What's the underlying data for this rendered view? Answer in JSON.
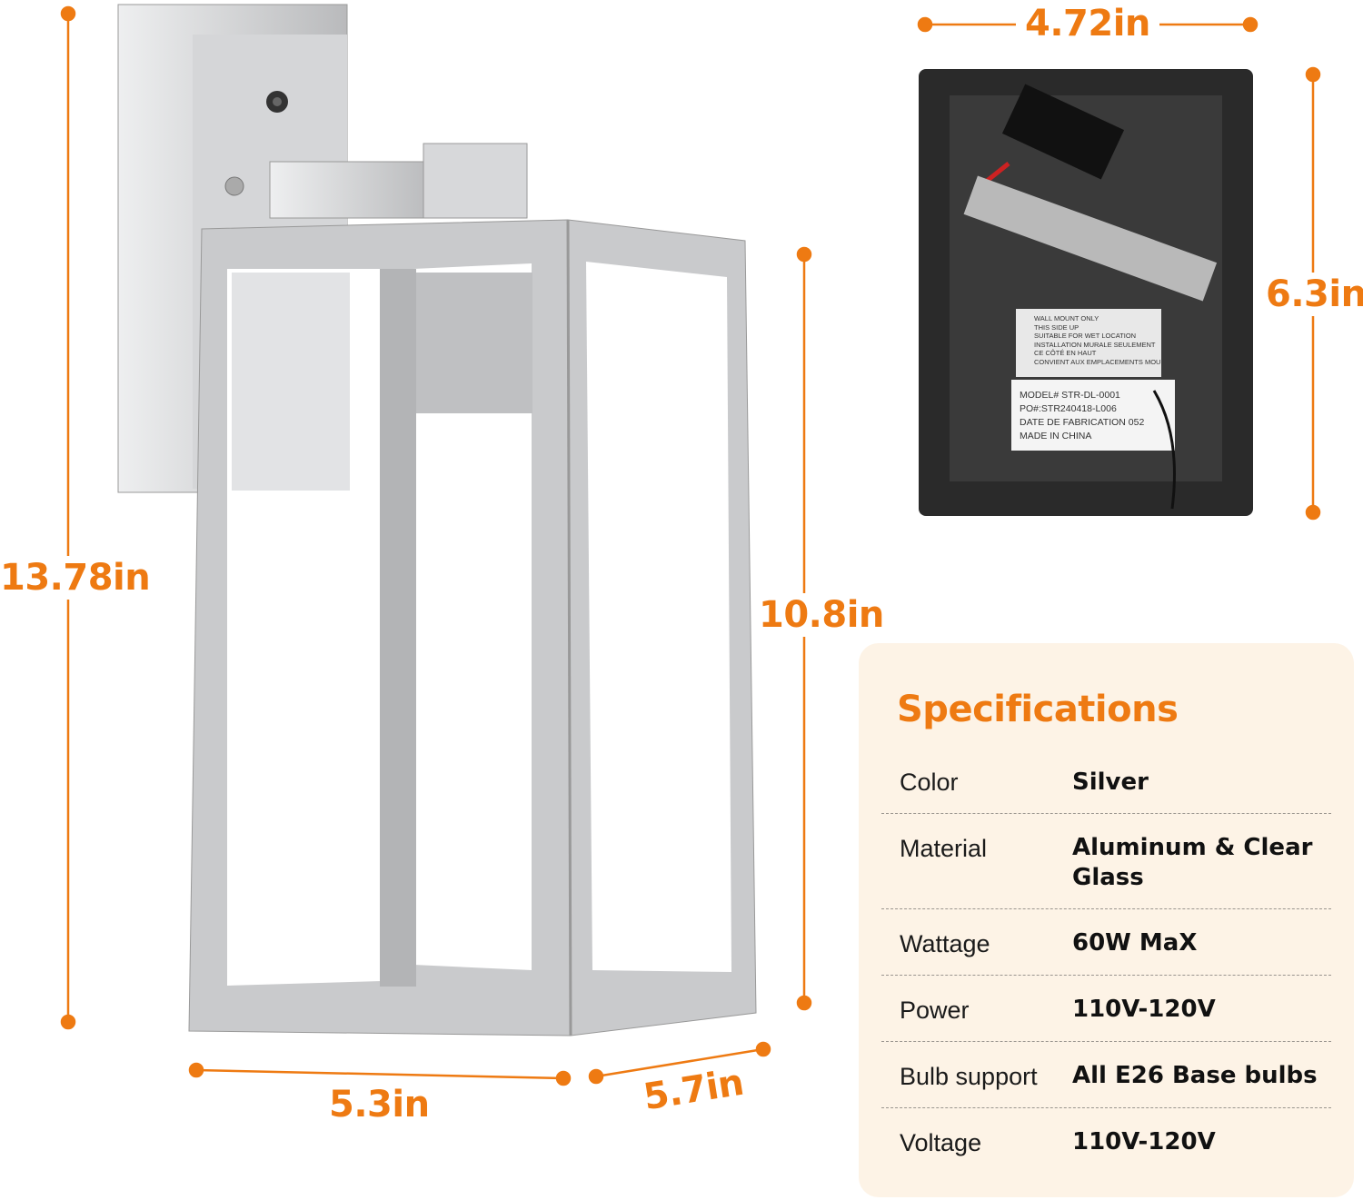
{
  "dimensions": {
    "overall_height": "13.78in",
    "lantern_height": "10.8in",
    "width": "5.3in",
    "depth": "5.7in",
    "backplate_width": "4.72in",
    "backplate_height": "6.3in"
  },
  "backplate_label": {
    "lines": [
      "WALL MOUNT ONLY",
      "THIS SIDE UP",
      "SUITABLE FOR WET LOCATION",
      "INSTALLATION MURALE SEULEMENT",
      "CE CÔTÉ EN HAUT",
      "CONVIENT AUX EMPLACEMENTS MOUILLÉS"
    ],
    "model": "MODEL# STR-DL-0001",
    "po": "PO#:STR240418-L006",
    "date": "DATE DE FABRICATION 052",
    "origin": "MADE IN CHINA"
  },
  "specifications": {
    "title": "Specifications",
    "rows": [
      {
        "key": "Color",
        "value": "Silver"
      },
      {
        "key": "Material",
        "value": "Aluminum & Clear Glass"
      },
      {
        "key": "Wattage",
        "value": "60W MaX"
      },
      {
        "key": "Power",
        "value": "110V-120V"
      },
      {
        "key": "Bulb support",
        "value": "All E26 Base bulbs"
      },
      {
        "key": "Voltage",
        "value": "110V-120V"
      }
    ]
  },
  "colors": {
    "accent": "#ee7a12",
    "card_bg": "#fdf3e6",
    "fixture": "#c9cacc"
  }
}
